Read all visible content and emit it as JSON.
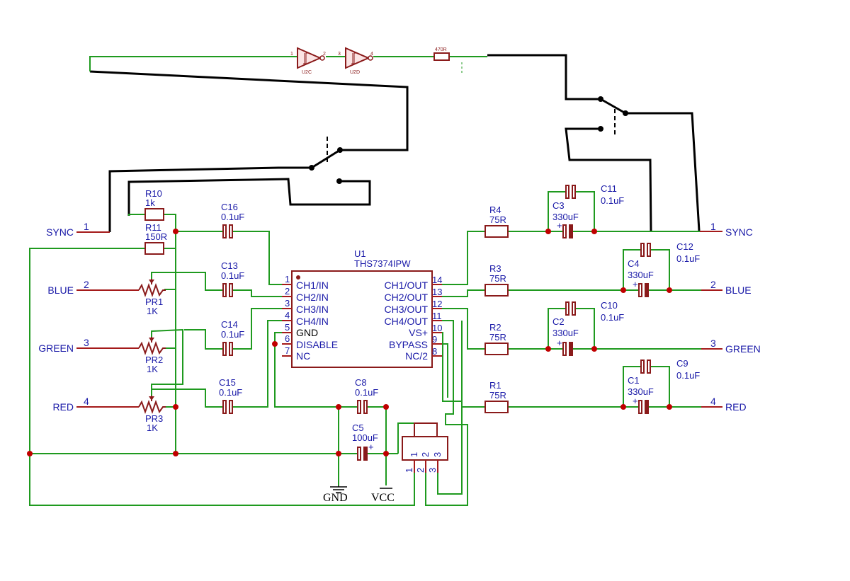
{
  "connectors": {
    "left": [
      {
        "name": "SYNC",
        "pin": "1"
      },
      {
        "name": "BLUE",
        "pin": "2"
      },
      {
        "name": "GREEN",
        "pin": "3"
      },
      {
        "name": "RED",
        "pin": "4"
      }
    ],
    "right": [
      {
        "name": "SYNC",
        "pin": "1"
      },
      {
        "name": "BLUE",
        "pin": "2"
      },
      {
        "name": "GREEN",
        "pin": "3"
      },
      {
        "name": "RED",
        "pin": "4"
      }
    ]
  },
  "ic": {
    "ref": "U1",
    "part": "THS7374IPW",
    "left_pins": [
      {
        "num": "1",
        "name": "CH1/IN"
      },
      {
        "num": "2",
        "name": "CH2/IN"
      },
      {
        "num": "3",
        "name": "CH3/IN"
      },
      {
        "num": "4",
        "name": "CH4/IN"
      },
      {
        "num": "5",
        "name": "GND"
      },
      {
        "num": "6",
        "name": "DISABLE"
      },
      {
        "num": "7",
        "name": "NC"
      }
    ],
    "right_pins": [
      {
        "num": "14",
        "name": "CH1/OUT"
      },
      {
        "num": "13",
        "name": "CH2/OUT"
      },
      {
        "num": "12",
        "name": "CH3/OUT"
      },
      {
        "num": "11",
        "name": "CH4/OUT"
      },
      {
        "num": "10",
        "name": "VS+"
      },
      {
        "num": "9",
        "name": "BYPASS"
      },
      {
        "num": "8",
        "name": "NC/2"
      }
    ]
  },
  "resistors": {
    "r10": {
      "ref": "R10",
      "value": "1k"
    },
    "r11": {
      "ref": "R11",
      "value": "150R"
    },
    "r4": {
      "ref": "R4",
      "value": "75R"
    },
    "r3": {
      "ref": "R3",
      "value": "75R"
    },
    "r2": {
      "ref": "R2",
      "value": "75R"
    },
    "r1": {
      "ref": "R1",
      "value": "75R"
    },
    "r_top": {
      "value": "470R"
    }
  },
  "pots": {
    "pr1": {
      "ref": "PR1",
      "value": "1K"
    },
    "pr2": {
      "ref": "PR2",
      "value": "1K"
    },
    "pr3": {
      "ref": "PR3",
      "value": "1K"
    }
  },
  "capacitors": {
    "c16": {
      "ref": "C16",
      "value": "0.1uF"
    },
    "c13": {
      "ref": "C13",
      "value": "0.1uF"
    },
    "c14": {
      "ref": "C14",
      "value": "0.1uF"
    },
    "c15": {
      "ref": "C15",
      "value": "0.1uF"
    },
    "c8": {
      "ref": "C8",
      "value": "0.1uF"
    },
    "c5": {
      "ref": "C5",
      "value": "100uF"
    },
    "c11": {
      "ref": "C11",
      "value": "0.1uF"
    },
    "c3": {
      "ref": "C3",
      "value": "330uF"
    },
    "c12": {
      "ref": "C12",
      "value": "0.1uF"
    },
    "c4": {
      "ref": "C4",
      "value": "330uF"
    },
    "c10": {
      "ref": "C10",
      "value": "0.1uF"
    },
    "c2": {
      "ref": "C2",
      "value": "330uF"
    },
    "c9": {
      "ref": "C9",
      "value": "0.1uF"
    },
    "c1": {
      "ref": "C1",
      "value": "330uF"
    }
  },
  "regulator": {
    "pins": [
      "1",
      "2",
      "3"
    ]
  },
  "inverters": [
    {
      "ref": "U2C",
      "in": "1",
      "out": "2"
    },
    {
      "ref": "U2D",
      "in": "3",
      "out": "4"
    }
  ],
  "power": {
    "gnd": "GND",
    "vcc": "VCC"
  },
  "polarity_mark": "+",
  "colors": {
    "wire": "#1f9a1f",
    "component": "#8a1a1a",
    "label": "#1a1aa8",
    "junction": "#c00000"
  }
}
